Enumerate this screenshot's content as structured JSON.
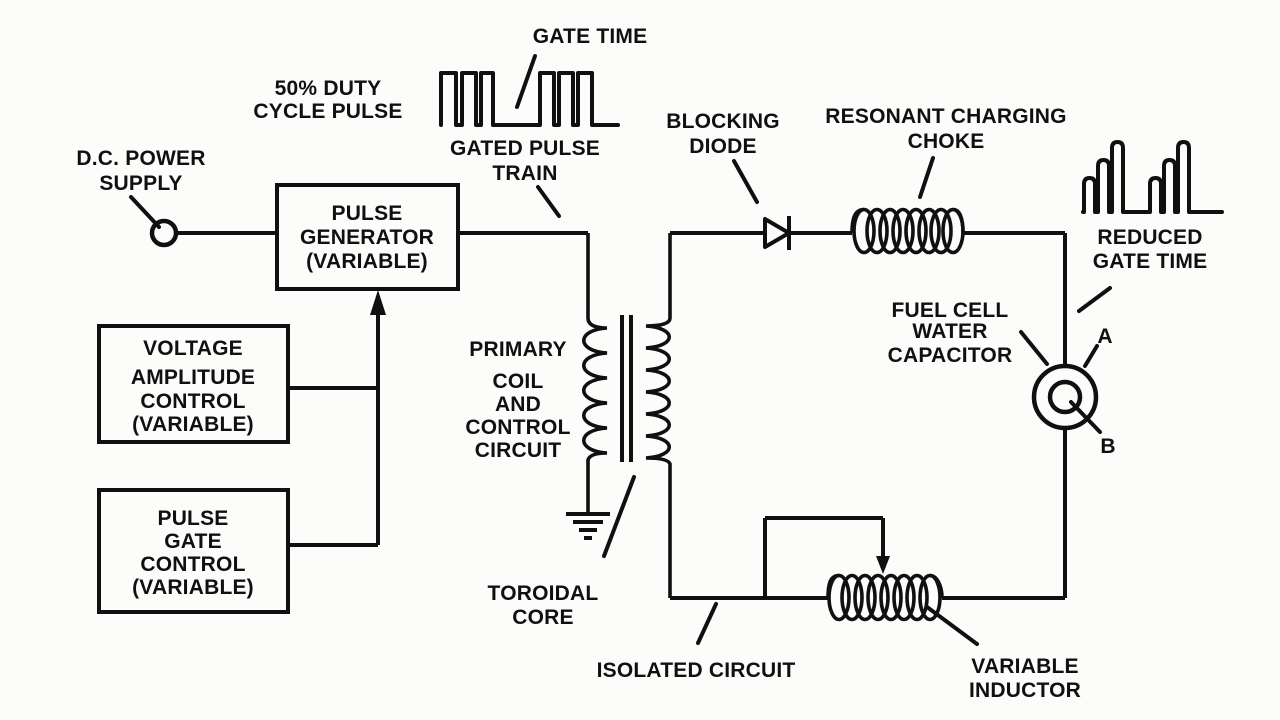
{
  "diagram": {
    "description": "Pulse-forming circuit schematic with pulse generator, transformer, blocking diode, resonant charging choke, fuel cell water capacitor and variable inductor",
    "colors": {
      "ink": "#101010",
      "paper": "#fcfcfb"
    },
    "labels": {
      "gate_time": {
        "lines": [
          "GATE TIME"
        ]
      },
      "duty_cycle_pulse": {
        "lines": [
          "50% DUTY",
          "CYCLE PULSE"
        ]
      },
      "gated_pulse_train": {
        "lines": [
          "GATED PULSE",
          "TRAIN"
        ]
      },
      "dc_power_supply": {
        "lines": [
          "D.C. POWER",
          "SUPPLY"
        ]
      },
      "pulse_generator": {
        "lines": [
          "PULSE",
          "GENERATOR",
          "(VARIABLE)"
        ]
      },
      "voltage_amplitude_control": {
        "lines": [
          "VOLTAGE",
          "AMPLITUDE",
          "CONTROL",
          "(VARIABLE)"
        ]
      },
      "pulse_gate_control": {
        "lines": [
          "PULSE",
          "GATE",
          "CONTROL",
          "(VARIABLE)"
        ]
      },
      "primary_coil": {
        "lines": [
          "PRIMARY",
          "COIL",
          "AND",
          "CONTROL",
          "CIRCUIT"
        ]
      },
      "toroidal_core": {
        "lines": [
          "TOROIDAL",
          "CORE"
        ]
      },
      "blocking_diode": {
        "lines": [
          "BLOCKING",
          "DIODE"
        ]
      },
      "resonant_charging_choke": {
        "lines": [
          "RESONANT CHARGING",
          "CHOKE"
        ]
      },
      "reduced_gate_time": {
        "lines": [
          "REDUCED",
          "GATE TIME"
        ]
      },
      "fuel_cell_water_capacitor": {
        "lines": [
          "FUEL CELL",
          "WATER",
          "CAPACITOR"
        ]
      },
      "terminal_a": "A",
      "terminal_b": "B",
      "isolated_circuit": {
        "lines": [
          "ISOLATED CIRCUIT"
        ]
      },
      "variable_inductor": {
        "lines": [
          "VARIABLE",
          "INDUCTOR"
        ]
      }
    }
  }
}
